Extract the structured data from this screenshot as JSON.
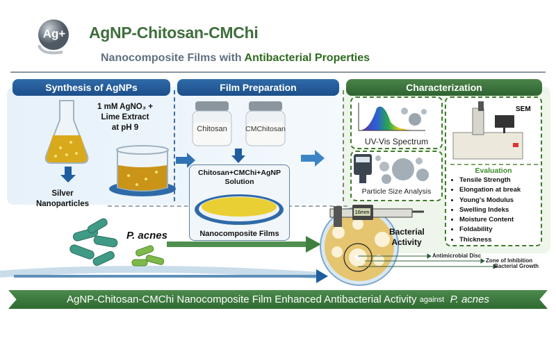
{
  "header": {
    "logo_text": "Ag+",
    "title": "AgNP-Chitosan-CMChi",
    "subtitle_prefix": "Nanocomposite Films with ",
    "subtitle_highlight": "Antibacterial Properties"
  },
  "synthesis": {
    "heading": "Synthesis of AgNPs",
    "reagent_line1": "1 mM AgNO₃ +",
    "reagent_line2": "Lime Extract",
    "reagent_line3": "at pH 9",
    "product_line1": "Silver",
    "product_line2": "Nanoparticles"
  },
  "film": {
    "heading": "Film Preparation",
    "jar1": "Chitosan",
    "jar2": "CMChitosan",
    "solution_line1": "Chitosan+CMChi+AgNP",
    "solution_line2": "Solution",
    "films": "Nanocomposite Films"
  },
  "characterization": {
    "heading": "Characterization",
    "uv": "UV-Vis Spectrum",
    "particle": "Particle Size Analysis",
    "sem": "SEM",
    "evaluation_title": "Evaluation",
    "evaluation_items": [
      "Tensile Strength",
      "Elongation at break",
      "Young's Modulus",
      "Swelling Indeks",
      "Moisture Content",
      "Foldability",
      "Thickness"
    ]
  },
  "bacteria": {
    "name": "P. acnes",
    "activity_line1": "Bacterial",
    "activity_line2": "Activity",
    "caliper_reading": "16mm",
    "label_disc": "Antimicrobial Disc",
    "label_zone": "Zone of Inhibition",
    "label_growth": "Bacterial Growth"
  },
  "banner": {
    "main": "AgNP-Chitosan-CMChi Nanocomposite Film Enhanced Antibacterial Activity",
    "against": "against",
    "organism": "P. acnes"
  }
}
